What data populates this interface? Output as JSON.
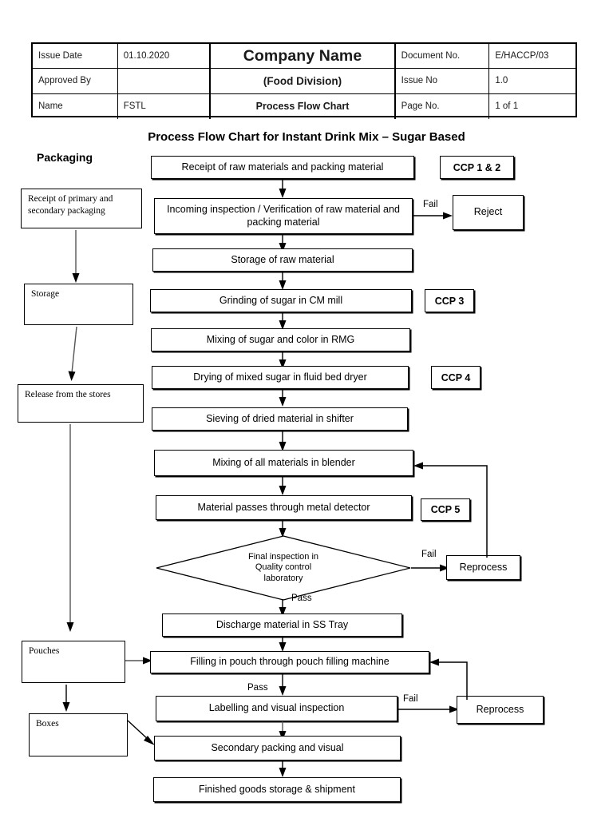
{
  "header": {
    "rows": [
      {
        "label": "Issue Date",
        "value": "01.10.2020",
        "dlabel": "Document No.",
        "dvalue": "E/HACCP/03"
      },
      {
        "label": "Approved By",
        "value": "",
        "dlabel": "Issue No",
        "dvalue": "1.0"
      },
      {
        "label": "Name",
        "value": "FSTL",
        "dlabel": "Page No.",
        "dvalue": "1 of 1"
      }
    ],
    "company_name": "Company Name",
    "division": "(Food Division)",
    "doc_type": "Process Flow Chart"
  },
  "chart_title": "Process Flow Chart for Instant Drink Mix – Sugar Based",
  "packaging_heading": "Packaging",
  "packaging_stream": [
    {
      "label": "Receipt of primary and secondary packaging"
    },
    {
      "label": "Storage"
    },
    {
      "label": "Release from the stores"
    },
    {
      "label": "Pouches"
    },
    {
      "label": "Boxes"
    }
  ],
  "process_steps": [
    {
      "label": "Receipt of raw materials and packing material"
    },
    {
      "label": "Incoming inspection / Verification of raw material and packing material"
    },
    {
      "label": "Storage of raw material"
    },
    {
      "label": "Grinding of sugar in CM mill"
    },
    {
      "label": "Mixing of sugar and color in RMG"
    },
    {
      "label": "Drying of mixed sugar in fluid bed dryer"
    },
    {
      "label": "Sieving of dried material in shifter"
    },
    {
      "label": "Mixing of all materials in blender"
    },
    {
      "label": "Material passes through metal detector"
    },
    {
      "label": "Discharge material in SS Tray"
    },
    {
      "label": "Filling in pouch through pouch filling machine"
    },
    {
      "label": "Labelling and visual inspection"
    },
    {
      "label": "Secondary packing and visual"
    },
    {
      "label": "Finished goods storage & shipment"
    }
  ],
  "decision": {
    "line1": "Final inspection in",
    "line2": "Quality control",
    "line3": "laboratory"
  },
  "side_nodes": {
    "reject": "Reject",
    "reprocess_1": "Reprocess",
    "reprocess_2": "Reprocess"
  },
  "ccp_badges": [
    {
      "label": "CCP 1 & 2"
    },
    {
      "label": "CCP 3"
    },
    {
      "label": "CCP 4"
    },
    {
      "label": "CCP 5"
    }
  ],
  "edge_labels": {
    "fail_1": "Fail",
    "fail_2": "Fail",
    "fail_3": "Fail",
    "pass_1": "Pass",
    "pass_2": "Pass"
  }
}
